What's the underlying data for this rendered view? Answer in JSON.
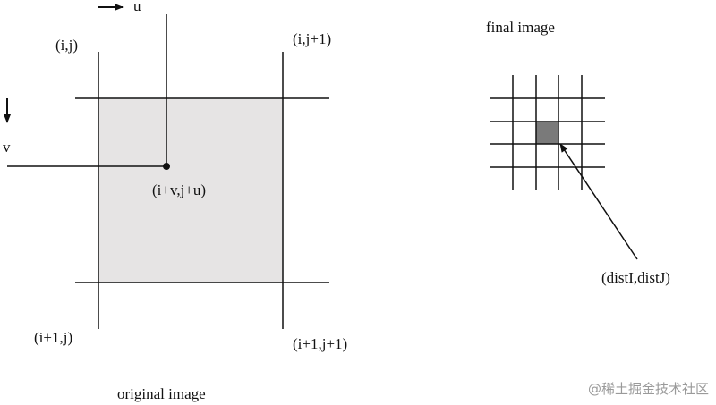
{
  "labels": {
    "u": "u",
    "v": "v",
    "top_left": "(i,j)",
    "top_right": "(i,j+1)",
    "bottom_left": "(i+1,j)",
    "bottom_right": "(i+1,j+1)",
    "sample_point": "(i+v,j+u)",
    "original_caption": "original image",
    "final_caption": "final image",
    "dest_point": "(distI,distJ)"
  },
  "watermark": "@稀土掘金技术社区",
  "colors": {
    "cell_fill": "#e6e4e4",
    "highlight_cell": "#7a7a7a",
    "line": "#111111"
  }
}
